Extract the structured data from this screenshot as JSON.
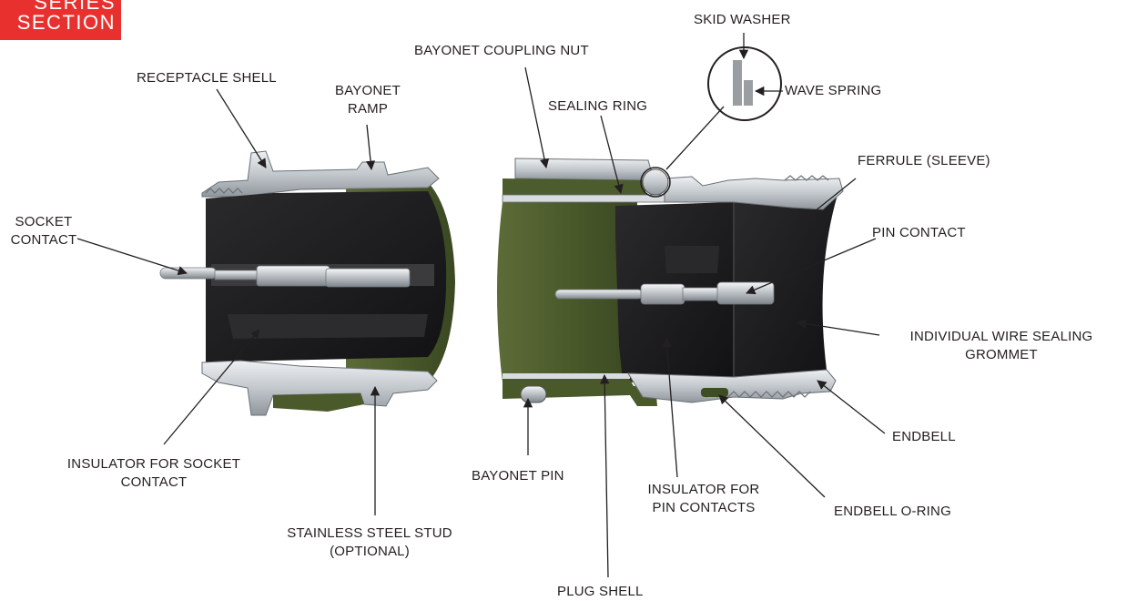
{
  "badge": {
    "line1": "SERIES",
    "line2": "SECTION"
  },
  "labels": {
    "skid_washer": "SKID WASHER",
    "bayonet_coupling_nut": "BAYONET COUPLING NUT",
    "wave_spring": "WAVE SPRING",
    "receptacle_shell": "RECEPTACLE SHELL",
    "bayonet_ramp_1": "BAYONET",
    "bayonet_ramp_2": "RAMP",
    "sealing_ring": "SEALING RING",
    "ferrule": "FERRULE (SLEEVE)",
    "socket_contact_1": "SOCKET",
    "socket_contact_2": "CONTACT",
    "pin_contact": "PIN CONTACT",
    "grommet_1": "INDIVIDUAL WIRE SEALING",
    "grommet_2": "GROMMET",
    "endbell": "ENDBELL",
    "insulator_socket_1": "INSULATOR FOR SOCKET",
    "insulator_socket_2": "CONTACT",
    "bayonet_pin": "BAYONET PIN",
    "insulator_pin_1": "INSULATOR FOR",
    "insulator_pin_2": "PIN CONTACTS",
    "endbell_oring": "ENDBELL O-RING",
    "stud_1": "STAINLESS STEEL STUD",
    "stud_2": "(OPTIONAL)",
    "plug_shell": "PLUG SHELL"
  },
  "colors": {
    "accent": "#e8302e",
    "olive": "#4a5a2a",
    "metal": "#c8cdd2",
    "insulator": "#1c1c1e"
  }
}
